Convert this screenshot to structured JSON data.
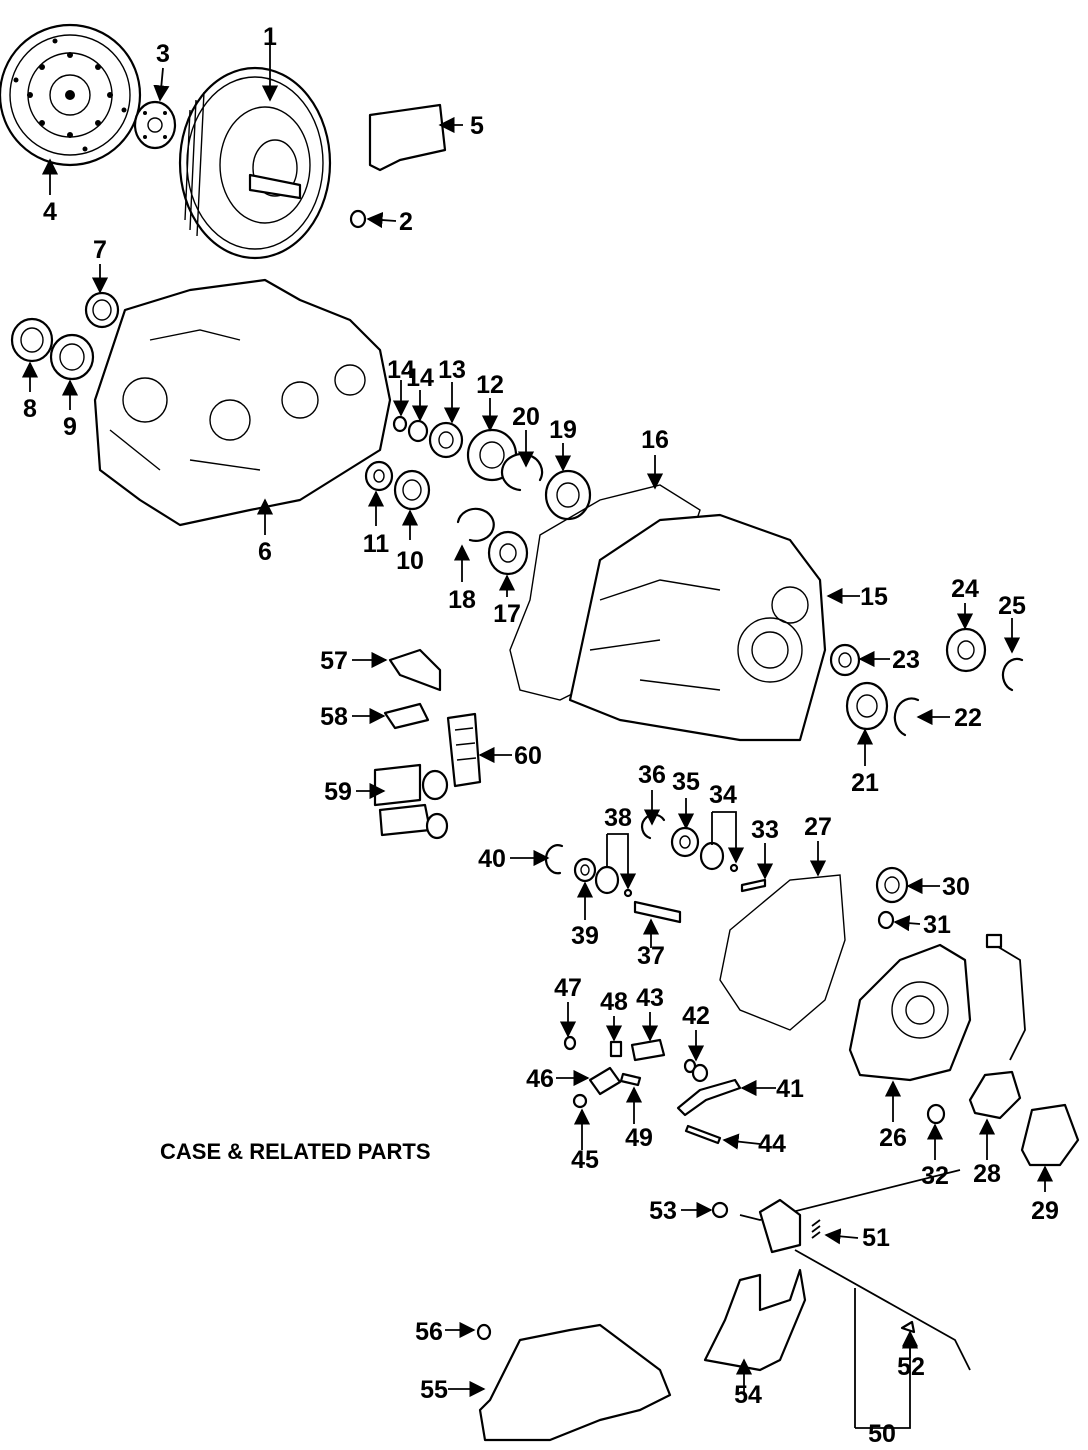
{
  "title": "CASE & RELATED PARTS",
  "callouts": [
    "1",
    "2",
    "3",
    "4",
    "5",
    "6",
    "7",
    "8",
    "9",
    "10",
    "11",
    "12",
    "13",
    "14",
    "14",
    "15",
    "16",
    "17",
    "18",
    "19",
    "20",
    "21",
    "22",
    "23",
    "24",
    "25",
    "26",
    "27",
    "28",
    "29",
    "30",
    "31",
    "32",
    "33",
    "34",
    "35",
    "36",
    "37",
    "38",
    "39",
    "40",
    "41",
    "42",
    "43",
    "44",
    "45",
    "46",
    "47",
    "48",
    "49",
    "50",
    "51",
    "52",
    "53",
    "54",
    "55",
    "56",
    "57",
    "58",
    "59",
    "60"
  ]
}
